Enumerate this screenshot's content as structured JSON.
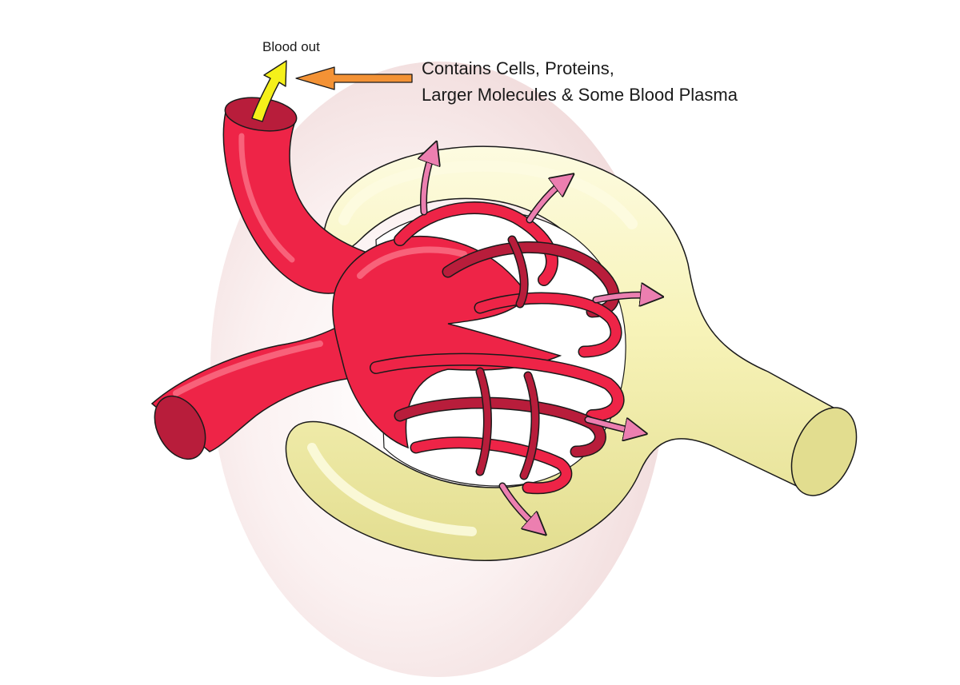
{
  "labels": {
    "blood_out": "Blood out",
    "contents_line1": "Contains Cells, Proteins,",
    "contents_line2": "Larger Molecules & Some Blood Plasma"
  },
  "colors": {
    "background_halo": "#f1dcdc",
    "capsule": "#f7f3b8",
    "capsule_shadow": "#e2dd8f",
    "capsule_highlight": "#fdfbe0",
    "vessel": "#ee2447",
    "vessel_dark": "#b81d3b",
    "vessel_highlight": "#f8627a",
    "filtrate_arrow": "#ec7fb0",
    "blood_out_arrow": "#f5f01a",
    "pointer_arrow": "#f39235",
    "outline": "#1a1a1a"
  },
  "icons": {
    "blood_out_arrow": "yellow-up-arrow-icon",
    "pointer_arrow": "orange-left-arrow-icon",
    "filtrate_arrow": "pink-arrow-icon"
  }
}
